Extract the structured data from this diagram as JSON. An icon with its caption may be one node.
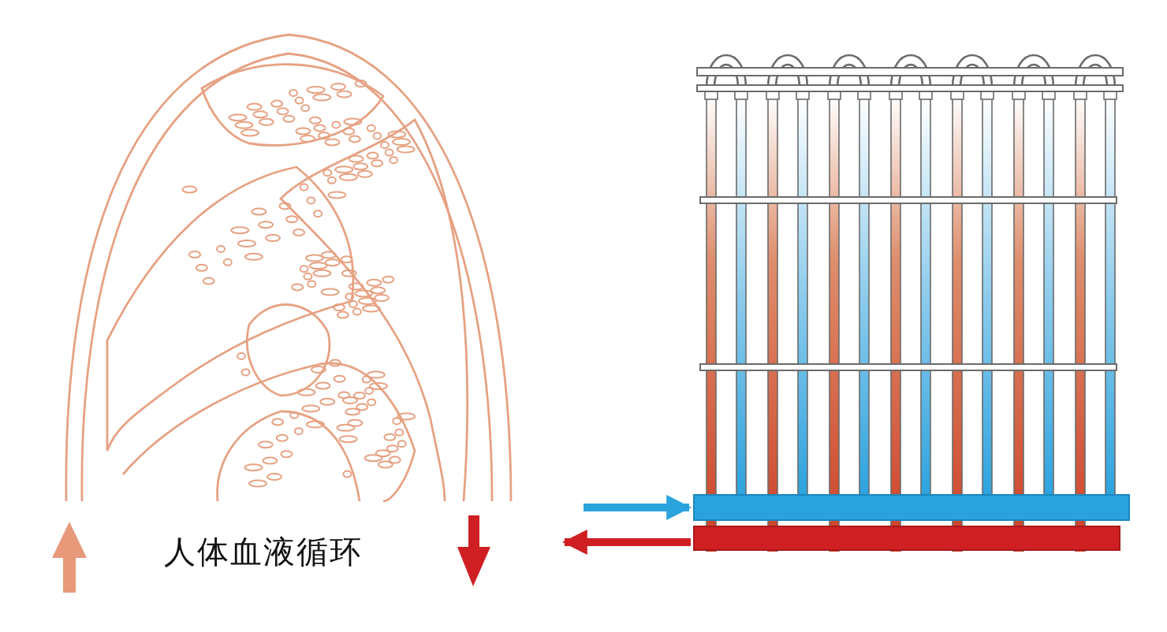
{
  "diagram": {
    "nodes": [
      {
        "text": [],
        "shape": "picture"
      },
      {
        "text": [],
        "shape": "picture"
      }
    ],
    "edges": [
      {
        "from": null,
        "to": 1,
        "arrow": "to",
        "color": "#2ba3dd"
      },
      {
        "from": 1,
        "to": null,
        "arrow": "to",
        "color": "#d01f23"
      }
    ],
    "labels": [
      "人体血液循环"
    ]
  }
}
